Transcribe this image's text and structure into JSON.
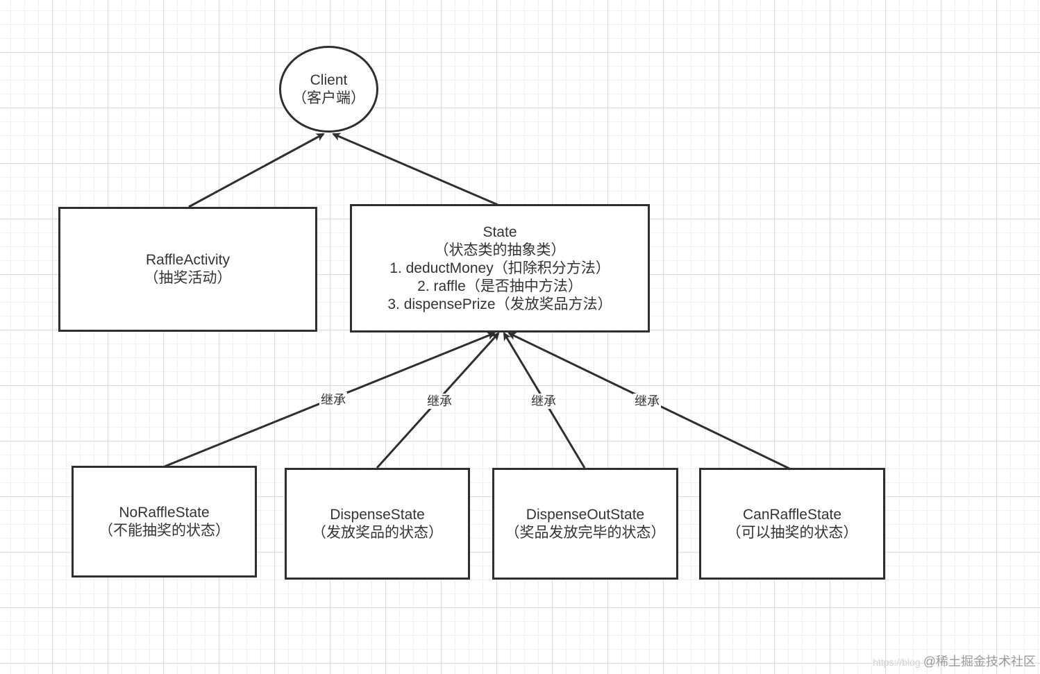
{
  "nodes": {
    "client": {
      "title": "Client",
      "subtitle": "（客户端）"
    },
    "raffle_activity": {
      "title": "RaffleActivity",
      "subtitle": "（抽奖活动）"
    },
    "state": {
      "title": "State",
      "subtitle": "（状态类的抽象类）",
      "methods": [
        "1. deductMoney（扣除积分方法）",
        "2. raffle（是否抽中方法）",
        "3. dispensePrize（发放奖品方法）"
      ]
    },
    "no_raffle_state": {
      "title": "NoRaffleState",
      "subtitle": "（不能抽奖的状态）"
    },
    "dispense_state": {
      "title": "DispenseState",
      "subtitle": "（发放奖品的状态）"
    },
    "dispense_out_state": {
      "title": "DispenseOutState",
      "subtitle": "（奖品发放完毕的状态）"
    },
    "can_raffle_state": {
      "title": "CanRaffleState",
      "subtitle": "（可以抽奖的状态）"
    }
  },
  "edges": [
    {
      "from": "raffle_activity",
      "to": "client",
      "label": ""
    },
    {
      "from": "state",
      "to": "client",
      "label": ""
    },
    {
      "from": "no_raffle_state",
      "to": "state",
      "label": "继承"
    },
    {
      "from": "dispense_state",
      "to": "state",
      "label": "继承"
    },
    {
      "from": "dispense_out_state",
      "to": "state",
      "label": "继承"
    },
    {
      "from": "can_raffle_state",
      "to": "state",
      "label": "继承"
    }
  ],
  "watermark": {
    "url": "https://blog",
    "text": "@稀土掘金技术社区"
  },
  "colors": {
    "stroke": "#2f2f2f",
    "text": "#333333",
    "grid": "#dcdcdc"
  }
}
